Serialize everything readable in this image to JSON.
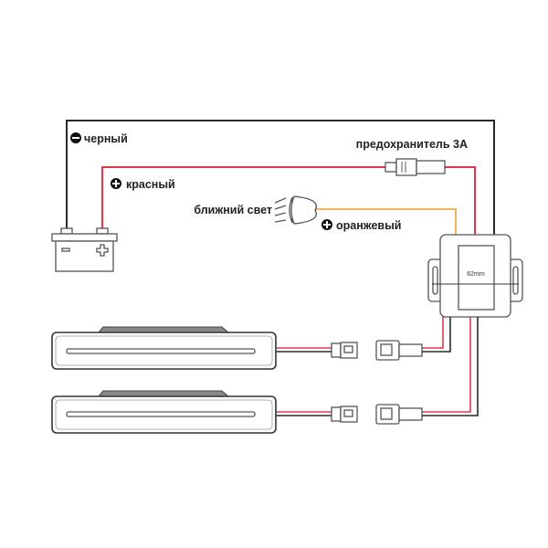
{
  "labels": {
    "black": "черный",
    "red": "красный",
    "low_beam": "ближний свет",
    "orange": "оранжевый",
    "fuse": "предохранитель 3А",
    "dimension": "62mm"
  },
  "colors": {
    "black_wire": "#2a2a2a",
    "red_wire": "#e0384a",
    "orange_wire": "#f0b45a",
    "outline": "#555555"
  }
}
